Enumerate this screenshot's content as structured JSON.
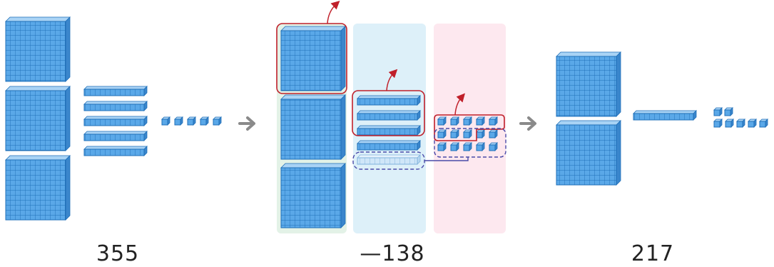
{
  "labels": {
    "minuend": "355",
    "subtrahend": "—138",
    "difference": "217"
  },
  "blocks": {
    "minuend": {
      "hundreds": 3,
      "tens": 5,
      "ones": 5
    },
    "subtraction": {
      "hundreds": 3,
      "tens": 4,
      "tens_faded": 1,
      "ones": 15,
      "hundreds_removed": 1,
      "tens_removed": 3,
      "ones_removed": 8
    },
    "difference": {
      "hundreds": 2,
      "tens": 1,
      "ones": 7
    }
  },
  "colors": {
    "block_fill": "#5aa8e8",
    "block_line": "#1f6fb8",
    "block_top": "#a9d3f5",
    "block_side": "#3a86cc",
    "arrow": "#8a8a8a",
    "remove_outline": "#c0202a",
    "exchange_outline": "#4a4aa8",
    "hundreds_panel": "#e3f2e7",
    "tens_panel": "#ddf0f9",
    "ones_panel": "#fde8ef"
  },
  "icons": [
    "right-arrow-icon",
    "take-away-arrow-icon"
  ]
}
